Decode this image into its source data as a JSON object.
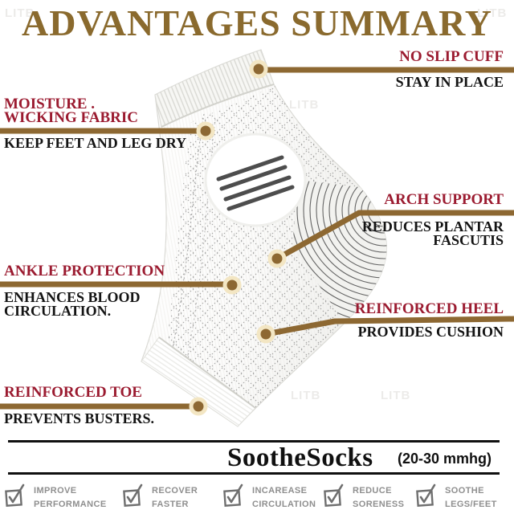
{
  "title": "ADVANTAGES SUMMARY",
  "watermark_text": "LITB",
  "callouts": {
    "cuff": {
      "heading": "NO SLIP CUFF",
      "body": "STAY IN PLACE"
    },
    "moisture": {
      "heading": "MOISTURE .\nWICKING FABRIC",
      "body": "KEEP FEET AND LEG DRY"
    },
    "arch": {
      "heading": "ARCH SUPPORT",
      "body": "REDUCES PLANTAR\nFASCUTIS"
    },
    "ankle": {
      "heading": "ANKLE PROTECTION",
      "body": "ENHANCES BLOOD\nCIRCULATION."
    },
    "heel": {
      "heading": "REINFORCED HEEL",
      "body": "PROVIDES CUSHION"
    },
    "toe": {
      "heading": "REINFORCED TOE",
      "body": "PREVENTS BUSTERS."
    }
  },
  "brand": {
    "name": "SootheSocks",
    "spec": "(20-30 mmhg)"
  },
  "features": [
    {
      "label": "IMPROVE\nPERFORMANCE"
    },
    {
      "label": "RECOVER\nFASTER"
    },
    {
      "label": "INCAREASE\nCIRCULATION"
    },
    {
      "label": "REDUCE\nSORENESS"
    },
    {
      "label": "SOOTHE\nLEGS/FEET"
    }
  ],
  "colors": {
    "accent_gold": "#8a6a2e",
    "line_brown": "#8d6832",
    "label_red": "#9b1b30",
    "text_black": "#141414",
    "feature_gray": "#8f8f8f"
  }
}
